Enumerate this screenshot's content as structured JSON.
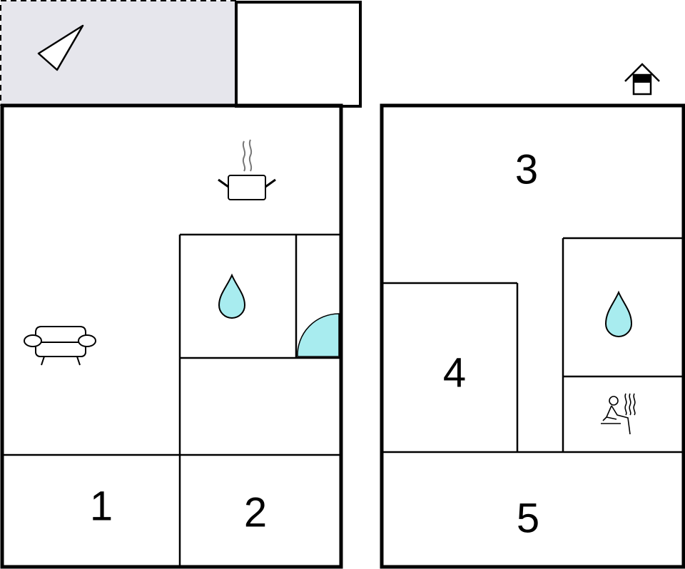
{
  "floor_plan": {
    "ground_floor": {
      "rooms": [
        {
          "label": "1"
        },
        {
          "label": "2"
        }
      ]
    },
    "upper_floor": {
      "rooms": [
        {
          "label": "3"
        },
        {
          "label": "4"
        },
        {
          "label": "5"
        }
      ]
    },
    "icons": [
      "terrace-compass-triangle-icon",
      "upper-floor-house-icon",
      "kitchen-cooking-pot-icon",
      "living-room-sofa-icon",
      "bathroom-water-drop-icon",
      "shower-quarter-circle-icon",
      "sauna-icon"
    ],
    "colors": {
      "terrace_fill": "#e6e6ec",
      "water_fill": "#a8ecef",
      "walls": "#000000"
    }
  }
}
